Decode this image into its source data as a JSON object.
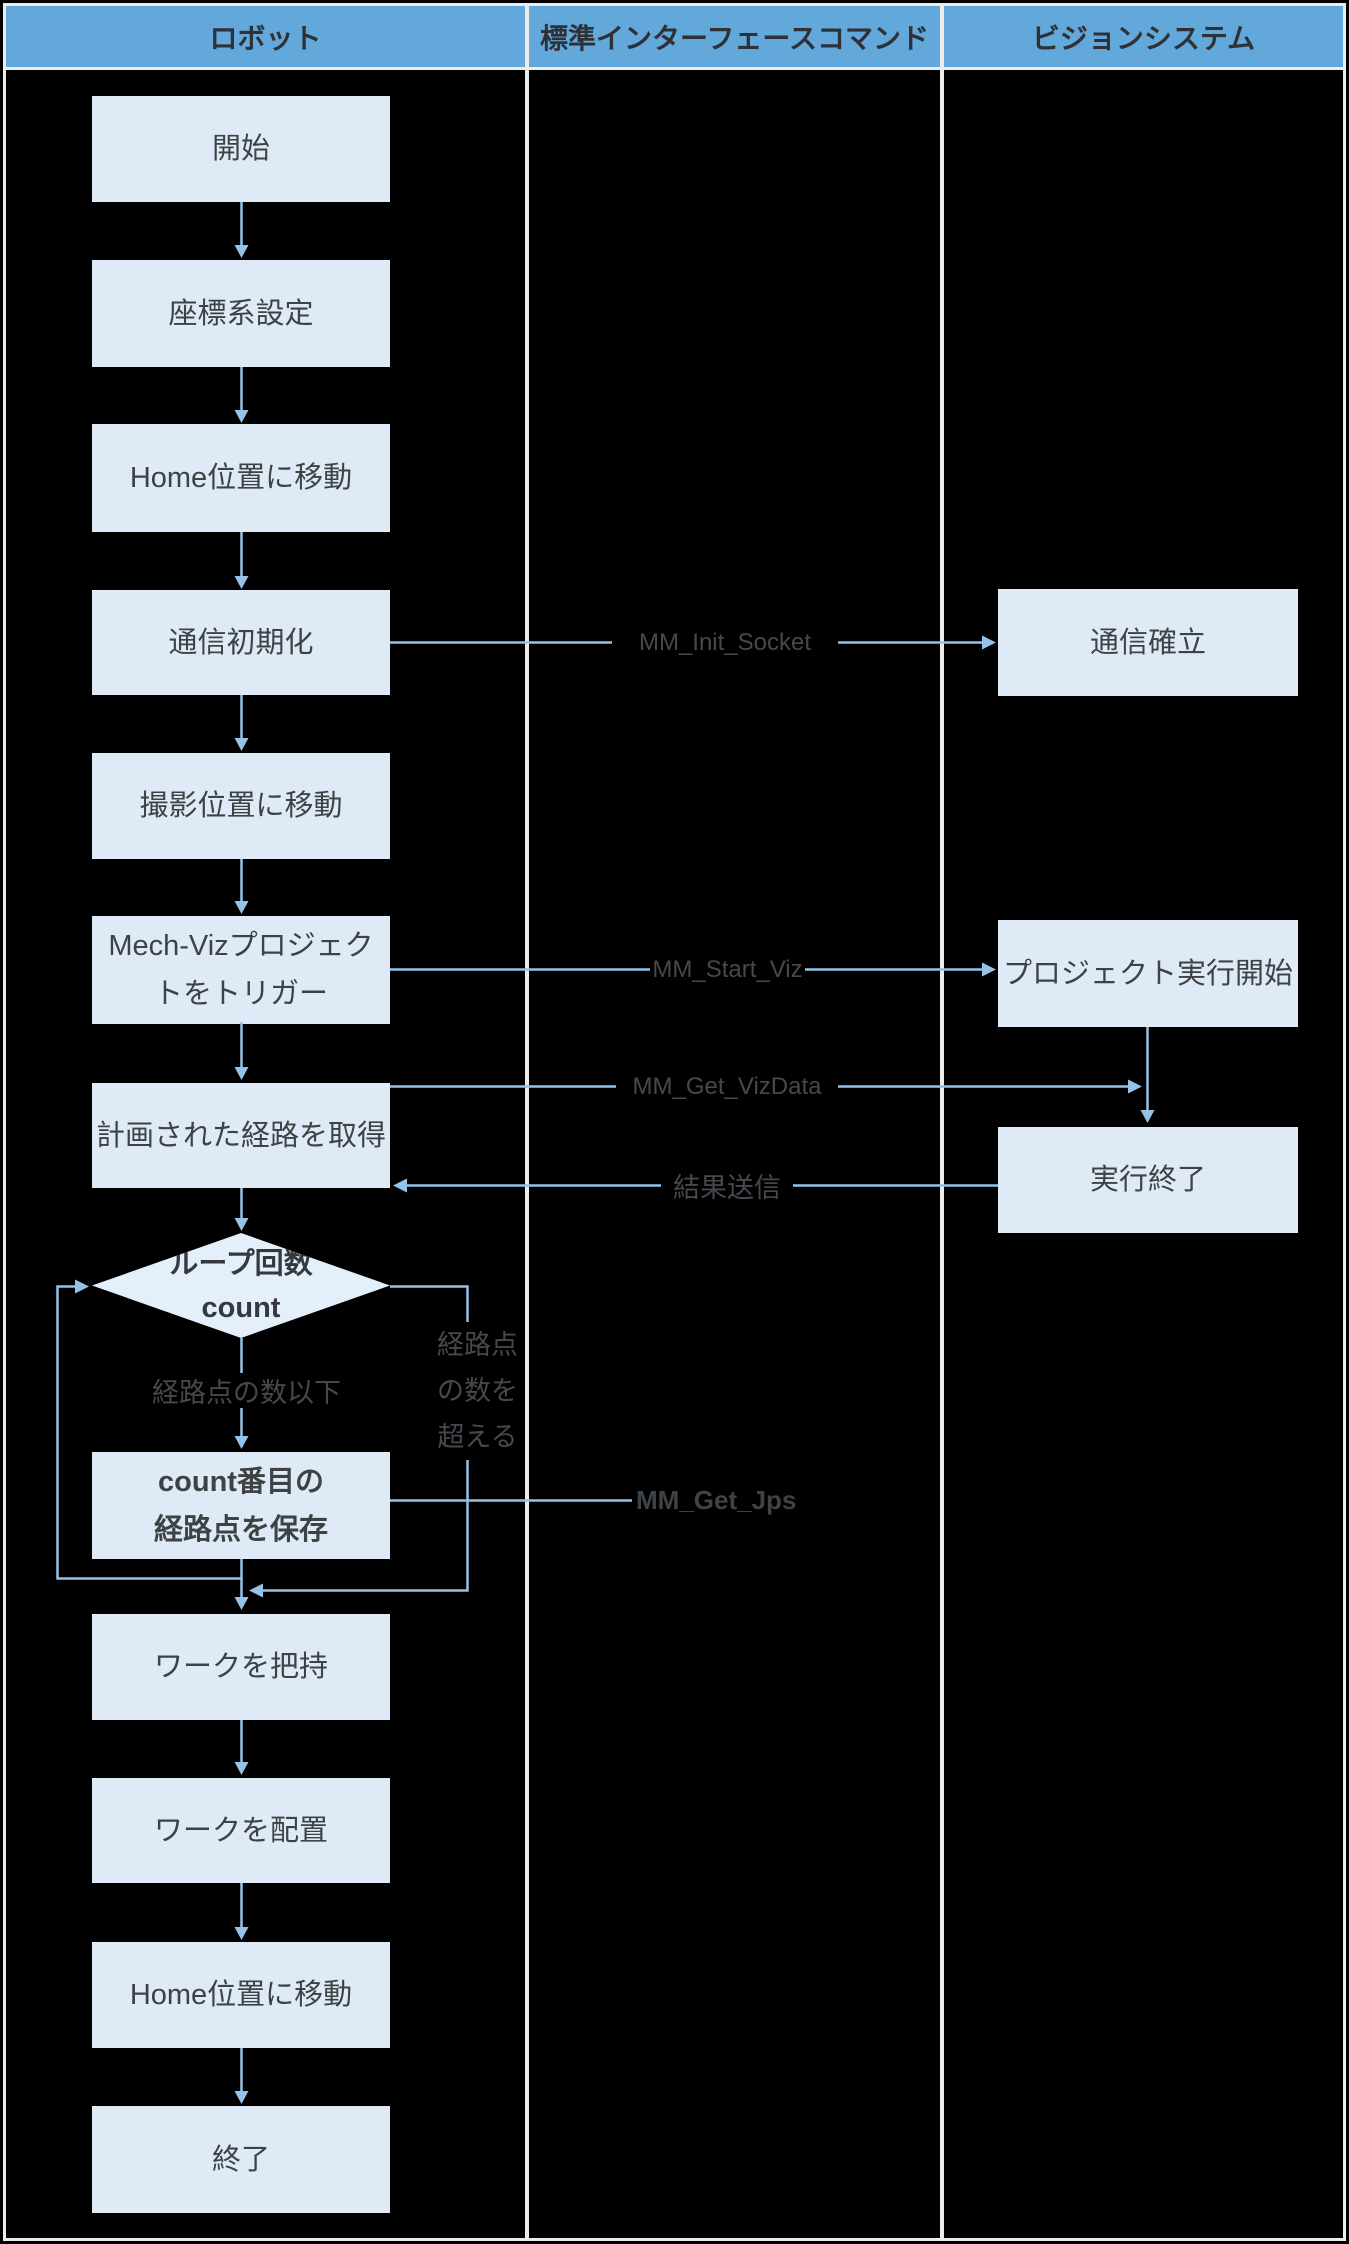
{
  "title": "Robot and vision system standard interface command flowchart",
  "colors": {
    "background": "#000000",
    "header_bg": "#63A8DB",
    "header_text": "#2E3236",
    "node_fill": "#DEEBF7",
    "diamond_fill": "#E3EFFA",
    "node_text": "#3F4245",
    "connector_line": "#94C2E8",
    "label_text": "#45494E",
    "frame_border": "#ECECEC"
  },
  "header": {
    "columns": [
      {
        "label": "ロボット"
      },
      {
        "label": "標準インターフェースコマンド"
      },
      {
        "label": "ビジョンシステム"
      }
    ]
  },
  "robot": {
    "nodes": [
      {
        "label": "開始"
      },
      {
        "label": "座標系設定"
      },
      {
        "label": "Home位置に移動"
      },
      {
        "label": "通信初期化"
      },
      {
        "label": "撮影位置に移動"
      },
      {
        "label": "Mech-Vizプロジェク\nトをトリガー"
      },
      {
        "label": "計画された経路を取得"
      },
      {
        "label": "ループ回数\ncount"
      },
      {
        "label": "count番目の\n経路点を保存"
      },
      {
        "label": "ワークを把持"
      },
      {
        "label": "ワークを配置"
      },
      {
        "label": "Home位置に移動"
      },
      {
        "label": "終了"
      }
    ]
  },
  "vision": {
    "nodes": [
      {
        "label": "通信確立"
      },
      {
        "label": "プロジェクト実行開始"
      },
      {
        "label": "実行終了"
      }
    ]
  },
  "commands": {
    "mm_init_socket": "MM_Init_Socket",
    "mm_start_viz": "MM_Start_Viz",
    "mm_get_vizdata": "MM_Get_VizData",
    "result_send": "結果送信",
    "mm_get_jps": "MM_Get_Jps"
  },
  "branches": {
    "within_count": "経路点の数以下",
    "over_count": "経路点\nの数を\n超える"
  }
}
